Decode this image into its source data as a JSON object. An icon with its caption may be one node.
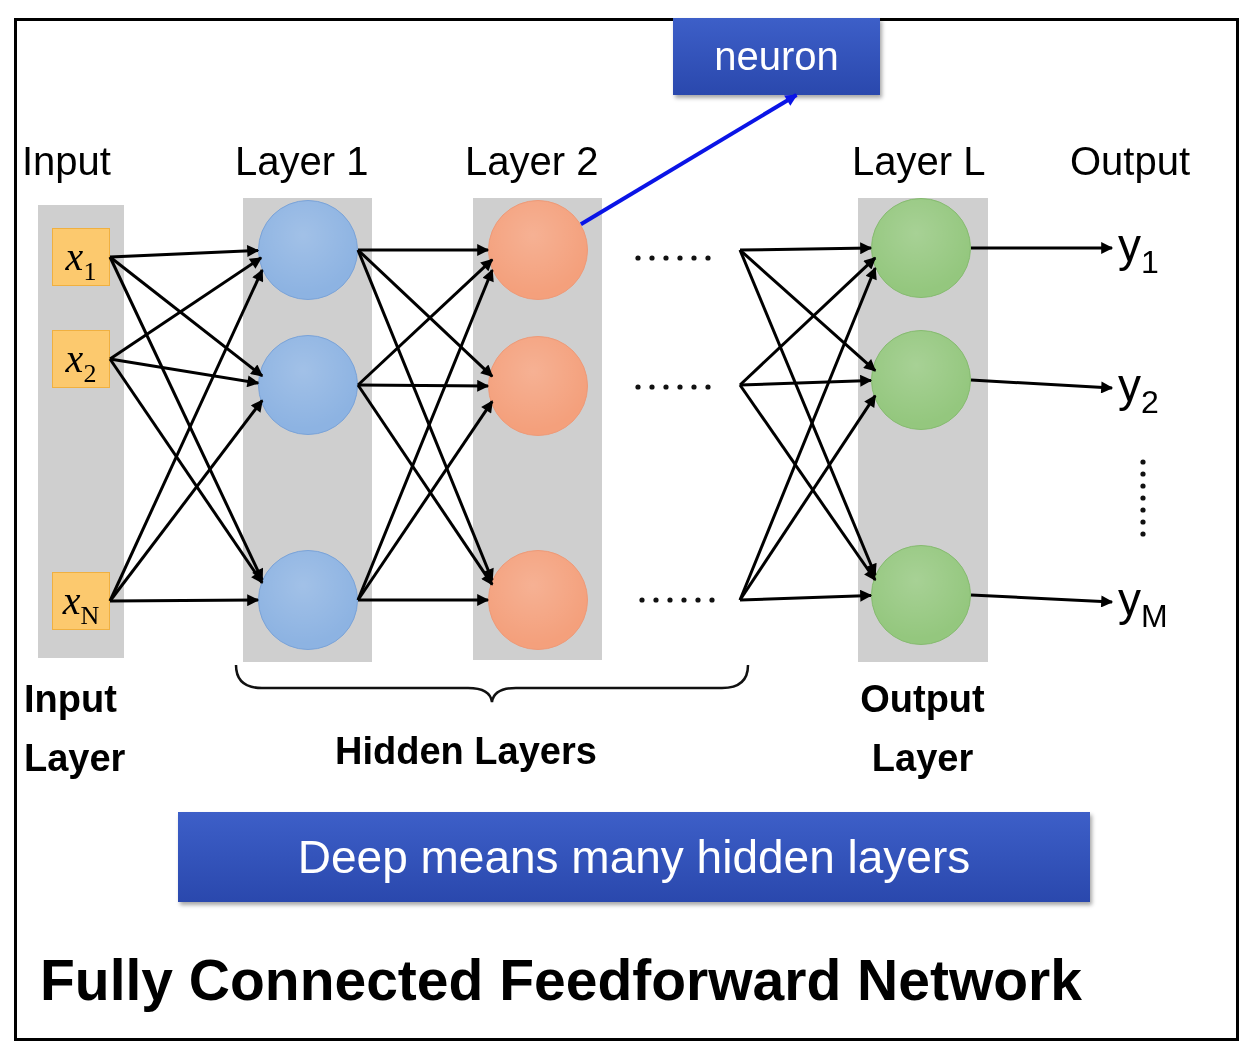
{
  "diagram": {
    "caption": "Fully Connected Feedforward Network",
    "nodes": [
      {
        "text": [],
        "shape": "box"
      },
      {
        "text": [
          "*x*$_{1}$"
        ],
        "in": 0
      },
      {
        "text": [
          "*x*$_{2}$"
        ],
        "in": 0
      },
      {
        "text": [
          "*x*$_{N}$"
        ],
        "in": 0
      },
      {
        "text": [],
        "shape": "box"
      },
      {
        "text": [],
        "shape": "circle",
        "in": 4
      },
      {
        "text": [],
        "shape": "circle",
        "in": 4
      },
      {
        "text": [],
        "shape": "circle",
        "in": 4
      },
      {
        "text": [],
        "shape": "box"
      },
      {
        "text": [],
        "shape": "circle",
        "in": 8
      },
      {
        "text": [],
        "shape": "circle",
        "in": 8
      },
      {
        "text": [],
        "shape": "circle",
        "in": 8
      },
      {
        "text": [],
        "shape": "box"
      },
      {
        "text": [],
        "shape": "circle",
        "in": 12
      },
      {
        "text": [],
        "shape": "circle",
        "in": 12
      },
      {
        "text": [],
        "shape": "circle",
        "in": 12
      },
      {
        "text": [
          "y$_{1}$"
        ]
      },
      {
        "text": [
          "y$_{2}$"
        ]
      },
      {
        "text": [
          "y$_{M}$"
        ]
      },
      {
        "text": [
          "neuron"
        ]
      },
      {
        "text": [
          "Deep means many hidden layers"
        ]
      }
    ],
    "edges": [
      {
        "from": 1,
        "to": 5,
        "arrow": "to"
      },
      {
        "from": 1,
        "to": 6,
        "arrow": "to"
      },
      {
        "from": 1,
        "to": 7,
        "arrow": "to"
      },
      {
        "from": 2,
        "to": 5,
        "arrow": "to"
      },
      {
        "from": 2,
        "to": 6,
        "arrow": "to"
      },
      {
        "from": 2,
        "to": 7,
        "arrow": "to"
      },
      {
        "from": 3,
        "to": 5,
        "arrow": "to"
      },
      {
        "from": 3,
        "to": 6,
        "arrow": "to"
      },
      {
        "from": 3,
        "to": 7,
        "arrow": "to"
      },
      {
        "from": 5,
        "to": 9,
        "arrow": "to"
      },
      {
        "from": 5,
        "to": 10,
        "arrow": "to"
      },
      {
        "from": 5,
        "to": 11,
        "arrow": "to"
      },
      {
        "from": 6,
        "to": 9,
        "arrow": "to"
      },
      {
        "from": 6,
        "to": 10,
        "arrow": "to"
      },
      {
        "from": 6,
        "to": 11,
        "arrow": "to"
      },
      {
        "from": 7,
        "to": 9,
        "arrow": "to"
      },
      {
        "from": 7,
        "to": 10,
        "arrow": "to"
      },
      {
        "from": 7,
        "to": 11,
        "arrow": "to"
      },
      {
        "from": null,
        "to": 13,
        "arrow": "to"
      },
      {
        "from": null,
        "to": 14,
        "arrow": "to"
      },
      {
        "from": null,
        "to": 15,
        "arrow": "to"
      },
      {
        "from": null,
        "to": 13,
        "arrow": "to"
      },
      {
        "from": null,
        "to": 14,
        "arrow": "to"
      },
      {
        "from": null,
        "to": 15,
        "arrow": "to"
      },
      {
        "from": null,
        "to": 13,
        "arrow": "to"
      },
      {
        "from": null,
        "to": 14,
        "arrow": "to"
      },
      {
        "from": null,
        "to": 15,
        "arrow": "to"
      },
      {
        "from": 13,
        "to": 16,
        "arrow": "to"
      },
      {
        "from": 14,
        "to": 17,
        "arrow": "to"
      },
      {
        "from": 15,
        "to": 18,
        "arrow": "to"
      },
      {
        "from": 9,
        "to": 19,
        "arrow": "to",
        "color": "#0a14e6"
      }
    ],
    "labels": [
      "Input",
      "Layer 1",
      "Layer 2",
      "Layer L",
      "Output",
      "Input Layer",
      "Hidden Layers",
      "Output Layer"
    ]
  }
}
